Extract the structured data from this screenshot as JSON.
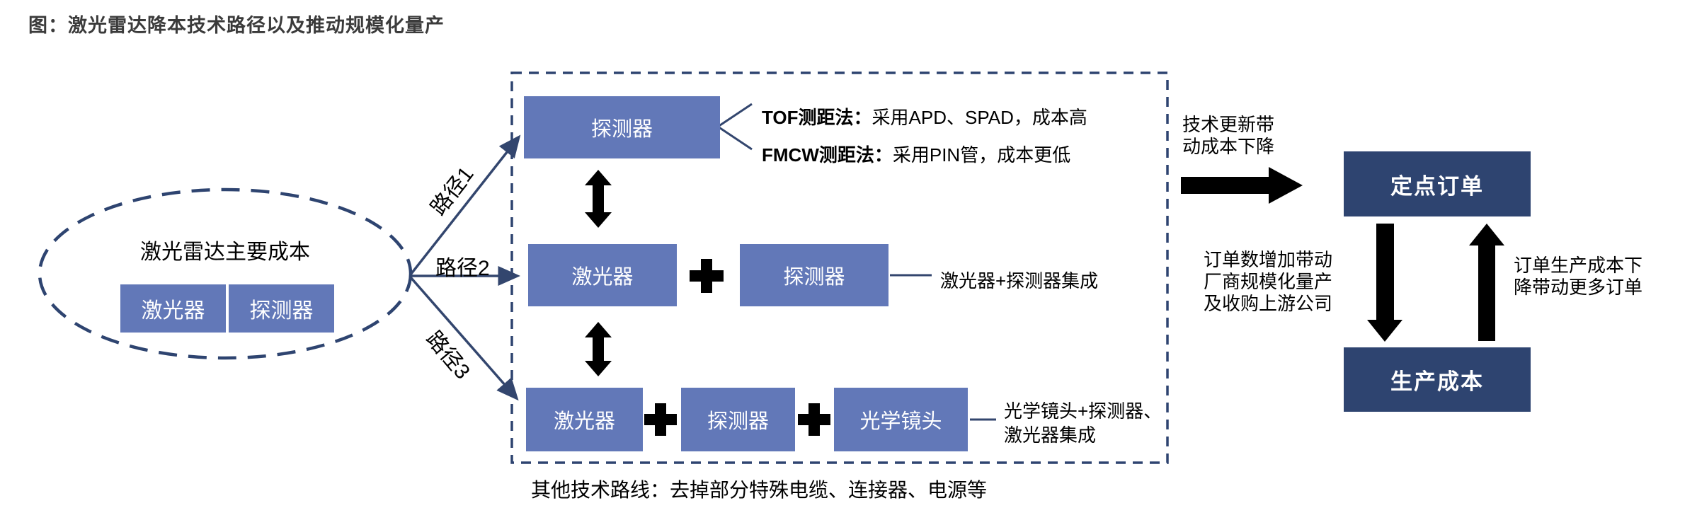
{
  "title": "图：激光雷达降本技术路径以及推动规模化量产",
  "colors": {
    "component_blue": "#6278b8",
    "dark_navy": "#2e4470",
    "line_navy": "#33466e",
    "arrow_black": "#000000"
  },
  "source_ellipse": {
    "label": "激光雷达主要成本",
    "components": [
      {
        "label": "激光器"
      },
      {
        "label": "探测器"
      }
    ]
  },
  "paths": [
    {
      "label": "路径1"
    },
    {
      "label": "路径2"
    },
    {
      "label": "路径3"
    }
  ],
  "routes": {
    "row1": {
      "box": "探测器",
      "notes": [
        {
          "term": "TOF测距法：",
          "desc": "采用APD、SPAD，成本高"
        },
        {
          "term": "FMCW测距法：",
          "desc": "采用PIN管，成本更低"
        }
      ]
    },
    "row2": {
      "boxes": [
        "激光器",
        "探测器"
      ],
      "note": "激光器+探测器集成"
    },
    "row3": {
      "boxes": [
        "激光器",
        "探测器",
        "光学镜头"
      ],
      "note_line1": "光学镜头+探测器、",
      "note_line2": "激光器集成"
    }
  },
  "other_route": "其他技术路线：去掉部分特殊电缆、连接器、电源等",
  "cycle": {
    "trigger_line1": "技术更新带",
    "trigger_line2": "动成本下降",
    "order_box": "定点订单",
    "cost_box": "生产成本",
    "down_note_line1": "订单数增加带动",
    "down_note_line2": "厂商规模化量产",
    "down_note_line3": "及收购上游公司",
    "up_note_line1": "订单生产成本下",
    "up_note_line2": "降带动更多订单"
  }
}
